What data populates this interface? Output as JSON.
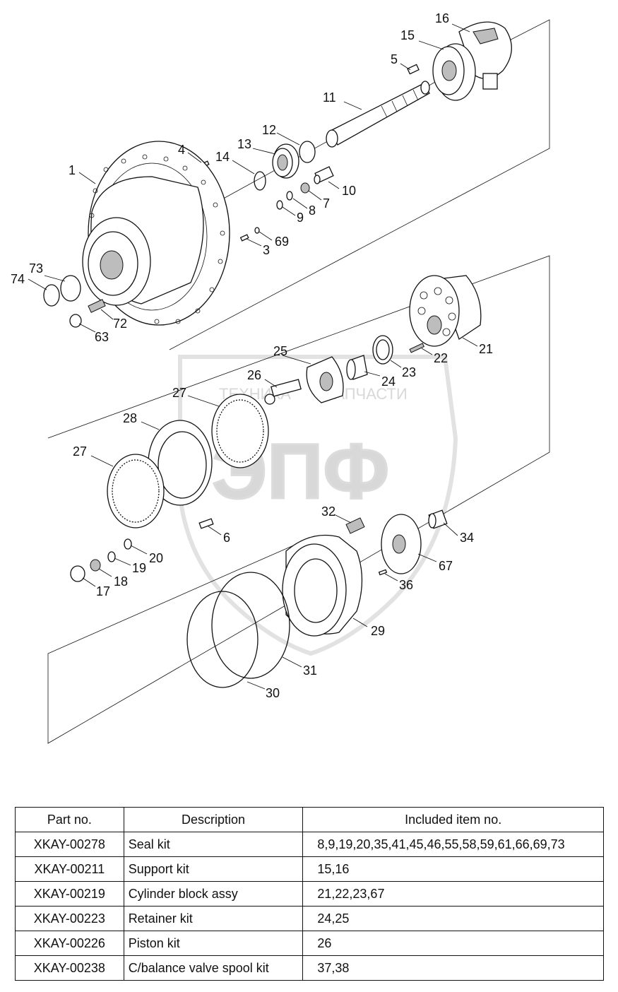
{
  "watermark": {
    "line1": "ТЕХНИКА",
    "line2": "ЗАПЧАСТИ",
    "logo": "ЭПФ"
  },
  "callouts": [
    "1",
    "3",
    "4",
    "5",
    "6",
    "7",
    "8",
    "9",
    "10",
    "11",
    "12",
    "13",
    "14",
    "15",
    "16",
    "17",
    "18",
    "19",
    "20",
    "21",
    "22",
    "23",
    "24",
    "25",
    "26",
    "27",
    "27",
    "28",
    "29",
    "30",
    "31",
    "32",
    "34",
    "36",
    "63",
    "67",
    "69",
    "72",
    "73",
    "74"
  ],
  "table": {
    "headers": [
      "Part no.",
      "Description",
      "Included item no."
    ],
    "rows": [
      {
        "part": "XKAY-00278",
        "desc": "Seal kit",
        "items": "8,9,19,20,35,41,45,46,55,58,59,61,66,69,73"
      },
      {
        "part": "XKAY-00211",
        "desc": "Support kit",
        "items": "15,16"
      },
      {
        "part": "XKAY-00219",
        "desc": "Cylinder block assy",
        "items": "21,22,23,67"
      },
      {
        "part": "XKAY-00223",
        "desc": "Retainer kit",
        "items": "24,25"
      },
      {
        "part": "XKAY-00226",
        "desc": "Piston kit",
        "items": "26"
      },
      {
        "part": "XKAY-00238",
        "desc": "C/balance valve spool kit",
        "items": "37,38"
      }
    ]
  }
}
